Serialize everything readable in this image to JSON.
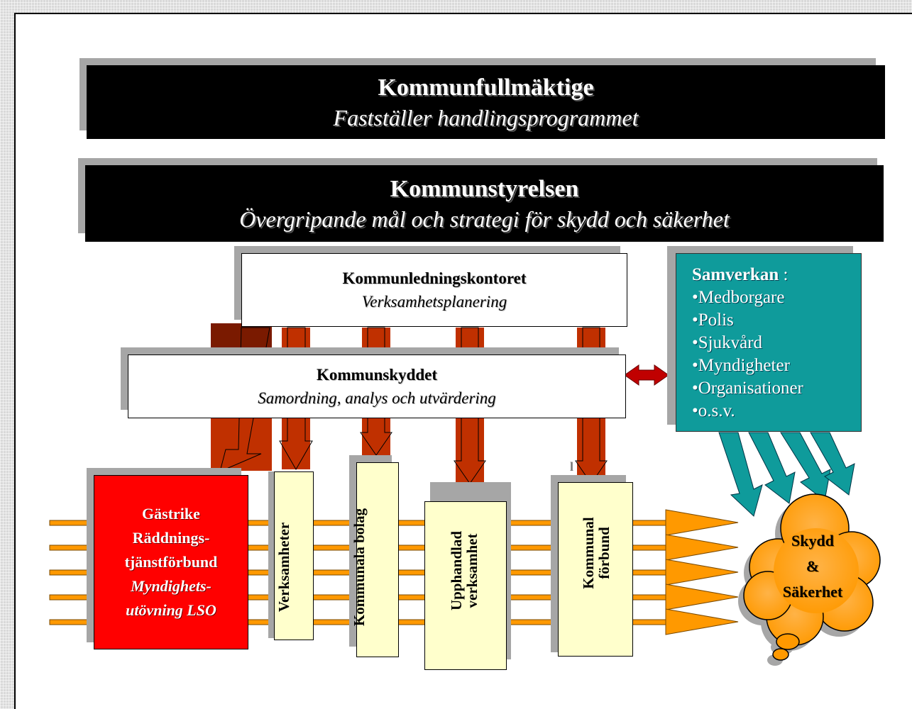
{
  "kommunfullmaktige": {
    "title": "Kommunfullmäktige",
    "subtitle": "Fastställer handlingsprogrammet"
  },
  "kommunstyrelsen": {
    "title": "Kommunstyrelsen",
    "subtitle": "Övergripande mål och strategi för skydd och säkerhet"
  },
  "kommunledningskontoret": {
    "title": "Kommunledningskontoret",
    "subtitle": "Verksamhetsplanering"
  },
  "kommunskyddet": {
    "title": "Kommunskyddet",
    "subtitle": "Samordning, analys och utvärdering"
  },
  "samverkan": {
    "heading": "Samverkan",
    "separator": " :",
    "items": [
      "•Medborgare",
      "•Polis",
      "•Sjukvård",
      "•Myndigheter",
      "•Organisationer",
      "•o.s.v."
    ]
  },
  "raddningstjanst": {
    "line1": "Gästrike",
    "line2": "Räddnings-",
    "line3": "tjänstförbund",
    "line4": "Myndighets-",
    "line5": "utövning LSO"
  },
  "units": {
    "verksamheter": "Verksamheter",
    "kommunala_bolag": "Kommunala bolag",
    "upphandlad_1": "Upphandlad",
    "upphandlad_2": "verksamhet",
    "kommunalforbund_1": "Kommunal",
    "kommunalforbund_2": "förbund"
  },
  "cloud": {
    "line1": "Skydd",
    "line2": "&",
    "line3": "Säkerhet"
  },
  "stray_mark": "l",
  "colors": {
    "black_box": "#000000",
    "teal": "#0f9b9b",
    "red": "#ff0000",
    "cream": "#ffffcc",
    "orange": "#ff9900",
    "dark_red_arrow": "#c03000",
    "maroon": "#7a1a00",
    "shadow": "#a6a6a6"
  }
}
